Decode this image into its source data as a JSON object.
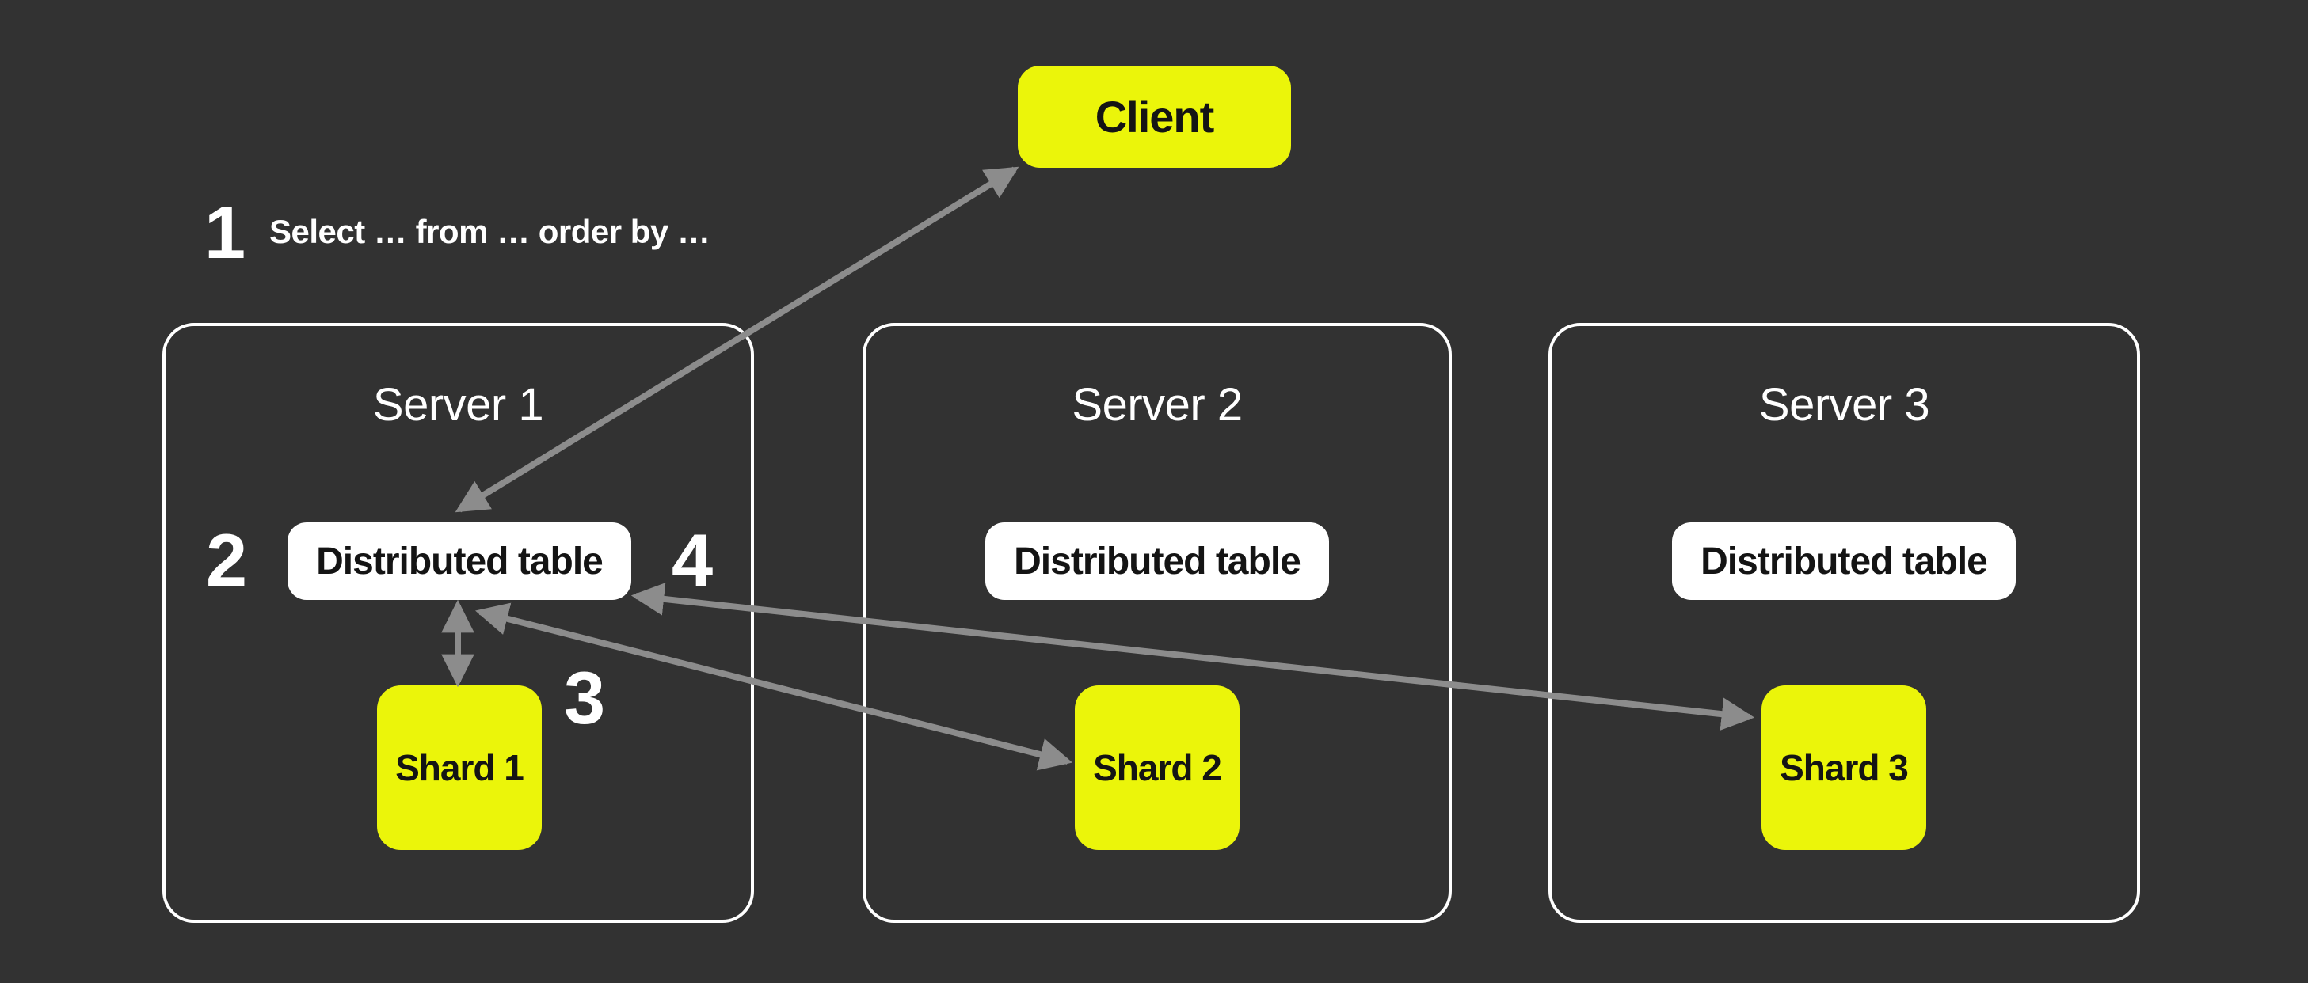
{
  "colors": {
    "background": "#323232",
    "accent_yellow": "#EBF50A",
    "box_white": "#FFFFFF",
    "arrow_gray": "#8C8C8C",
    "text_dark": "#141414",
    "text_light": "#FFFFFF"
  },
  "client": {
    "label": "Client"
  },
  "step1": {
    "number": "1",
    "query": "Select … from … order by …"
  },
  "step_markers": {
    "two": "2",
    "three": "3",
    "four": "4"
  },
  "servers": [
    {
      "title": "Server 1",
      "table_label": "Distributed table",
      "shard_label": "Shard 1"
    },
    {
      "title": "Server 2",
      "table_label": "Distributed table",
      "shard_label": "Shard 2"
    },
    {
      "title": "Server 3",
      "table_label": "Distributed table",
      "shard_label": "Shard 3"
    }
  ],
  "connections": [
    {
      "from": "client",
      "to": "server1-distributed-table",
      "bidirectional": true
    },
    {
      "from": "server1-distributed-table",
      "to": "shard-1",
      "bidirectional": true
    },
    {
      "from": "server1-distributed-table",
      "to": "shard-2",
      "bidirectional": true
    },
    {
      "from": "server1-distributed-table",
      "to": "shard-3",
      "bidirectional": true
    }
  ]
}
